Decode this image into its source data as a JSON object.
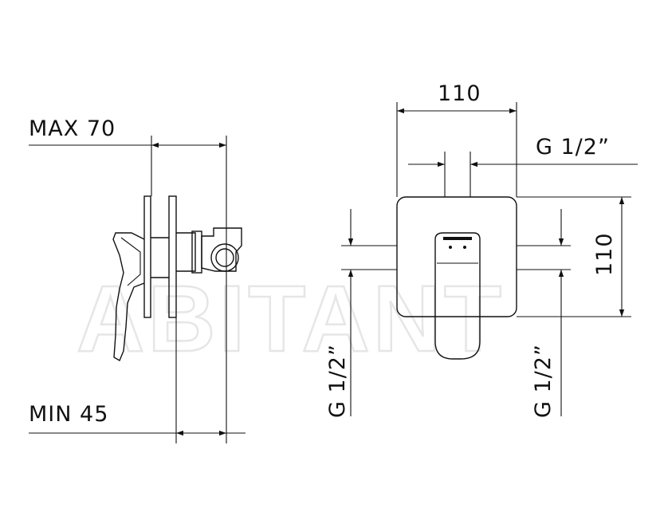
{
  "watermark": "ABITANT",
  "side_view": {
    "max_label": "MAX 70",
    "min_label": "MIN 45"
  },
  "front_view": {
    "width_label": "110",
    "height_label": "110",
    "top_thread_label": "G 1/2”",
    "left_thread_label": "G 1/2”",
    "right_thread_label": "G 1/2”"
  }
}
